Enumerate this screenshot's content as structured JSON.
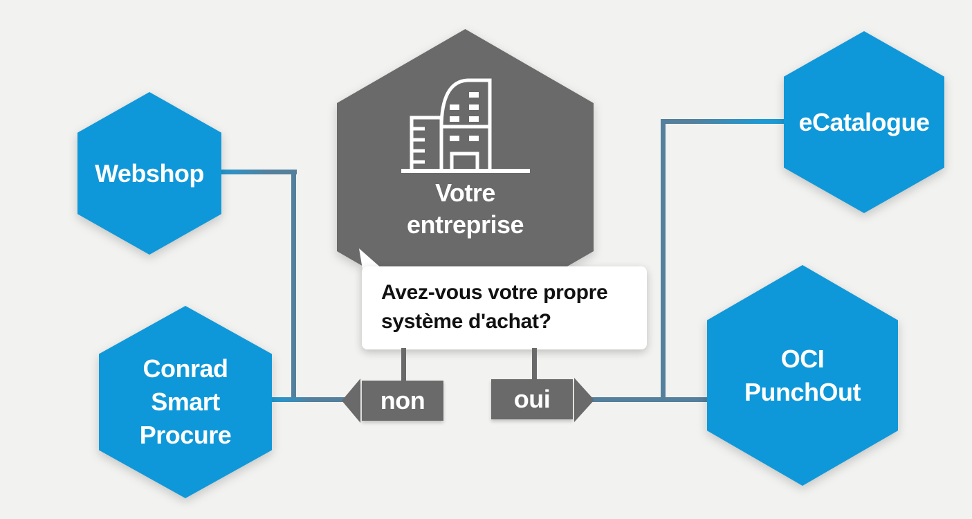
{
  "colors": {
    "background": "#f2f2f0",
    "blue": "#0f98d9",
    "gray": "#6a6a6a",
    "line-steel": "#54809d",
    "line-blue": "#1d9ad5",
    "bubble-bg": "#ffffff",
    "text-dark": "#111111",
    "text-light": "#ffffff"
  },
  "center": {
    "icon": "building-icon",
    "lines": [
      "Votre",
      "entreprise"
    ]
  },
  "question": {
    "lines": [
      "Avez-vous votre propre",
      "système d'achat?"
    ]
  },
  "answers": {
    "no": "non",
    "yes": "oui"
  },
  "nodes": {
    "webshop": {
      "lines": [
        "Webshop"
      ]
    },
    "conrad-smart-procure": {
      "lines": [
        "Conrad",
        "Smart",
        "Procure"
      ]
    },
    "ecatalogue": {
      "lines": [
        "eCatalogue"
      ]
    },
    "oci-punchout": {
      "lines": [
        "OCI",
        "PunchOut"
      ]
    }
  }
}
